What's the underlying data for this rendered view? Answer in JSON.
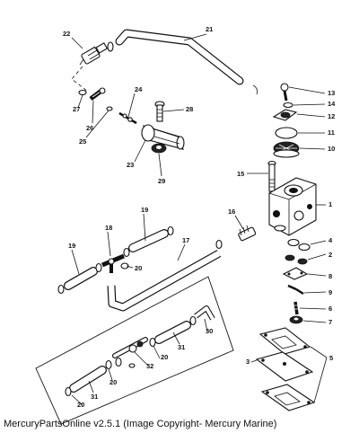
{
  "caption": "MercuryPartsOnline v2.5.1 (Image Copyright- Mercury Marine)",
  "callouts": [
    {
      "id": "c1",
      "text": "1"
    },
    {
      "id": "c2",
      "text": "2"
    },
    {
      "id": "c3",
      "text": "3"
    },
    {
      "id": "c4",
      "text": "4"
    },
    {
      "id": "c5",
      "text": "5"
    },
    {
      "id": "c6",
      "text": "6"
    },
    {
      "id": "c7",
      "text": "7"
    },
    {
      "id": "c8",
      "text": "8"
    },
    {
      "id": "c9",
      "text": "9"
    },
    {
      "id": "c10",
      "text": "10"
    },
    {
      "id": "c11",
      "text": "11"
    },
    {
      "id": "c12",
      "text": "12"
    },
    {
      "id": "c13",
      "text": "13"
    },
    {
      "id": "c14",
      "text": "14"
    },
    {
      "id": "c15",
      "text": "15"
    },
    {
      "id": "c16",
      "text": "16"
    },
    {
      "id": "c17",
      "text": "17"
    },
    {
      "id": "c18",
      "text": "18"
    },
    {
      "id": "c19a",
      "text": "19"
    },
    {
      "id": "c19b",
      "text": "19"
    },
    {
      "id": "c20a",
      "text": "20"
    },
    {
      "id": "c20b",
      "text": "20"
    },
    {
      "id": "c20c",
      "text": "20"
    },
    {
      "id": "c20d",
      "text": "20"
    },
    {
      "id": "c21",
      "text": "21"
    },
    {
      "id": "c22",
      "text": "22"
    },
    {
      "id": "c23",
      "text": "23"
    },
    {
      "id": "c24",
      "text": "24"
    },
    {
      "id": "c25",
      "text": "25"
    },
    {
      "id": "c26",
      "text": "26"
    },
    {
      "id": "c27",
      "text": "27"
    },
    {
      "id": "c28",
      "text": "28"
    },
    {
      "id": "c29",
      "text": "29"
    },
    {
      "id": "c30",
      "text": "30"
    },
    {
      "id": "c31a",
      "text": "31"
    },
    {
      "id": "c31b",
      "text": "31"
    },
    {
      "id": "c32",
      "text": "32"
    }
  ]
}
